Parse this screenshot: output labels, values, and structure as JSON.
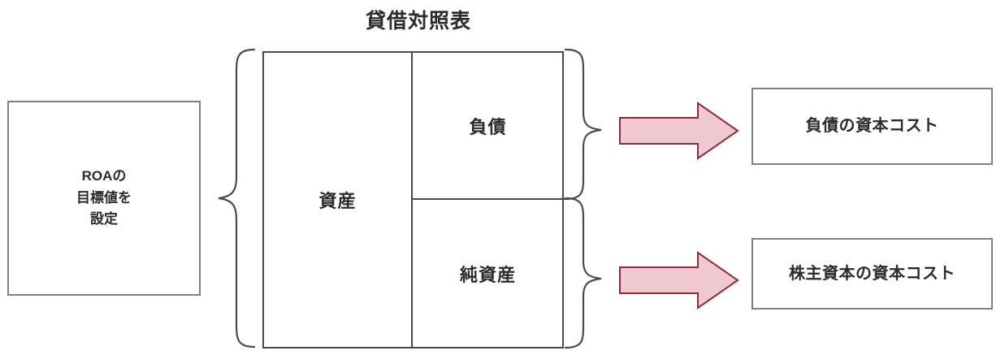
{
  "diagram": {
    "title": "貸借対照表",
    "roa_box": {
      "label": "ROAの\n目標値を\n設定"
    },
    "balance_sheet": {
      "assets_label": "資産",
      "liabilities_label": "負債",
      "net_assets_label": "純資産"
    },
    "outcomes": [
      {
        "label": "負債の資本コスト"
      },
      {
        "label": "株主資本の資本コスト"
      }
    ],
    "icons": {
      "left_brace": "left-curly-brace",
      "right_brace_top": "right-curly-brace",
      "right_brace_bottom": "right-curly-brace",
      "arrow_debt": "right-arrow",
      "arrow_equity": "right-arrow"
    },
    "colors": {
      "box_border": "#808080",
      "table_border": "#4a4a4a",
      "brace_stroke": "#4a4a4a",
      "arrow_fill": "#f0c8d0",
      "arrow_stroke": "#8c2a40",
      "text": "#2b2b2b",
      "background": "#ffffff"
    }
  }
}
